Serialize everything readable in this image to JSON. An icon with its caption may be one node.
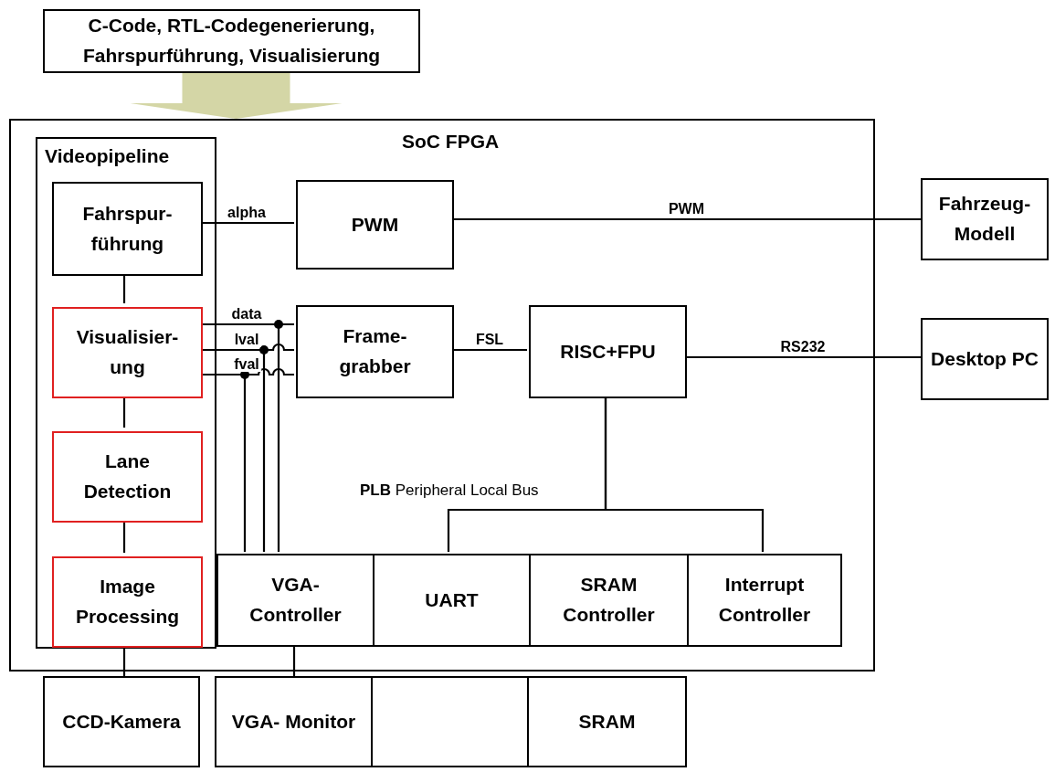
{
  "diagram": {
    "nodes": [
      {
        "text": [
          "C-Code, RTL-Codegenerierung, Fahrspurführung, Visualisierung"
        ]
      },
      {
        "text": [
          "SoC FPGA"
        ]
      },
      {
        "text": [
          "Videopipeline"
        ],
        "in": 1
      },
      {
        "text": [
          "Fahrspur- führung"
        ],
        "in": 2
      },
      {
        "text": [
          "Visualisier- ung"
        ],
        "in": 2
      },
      {
        "text": [
          "Lane Detection"
        ],
        "in": 2
      },
      {
        "text": [
          "Image Processing"
        ],
        "in": 2
      },
      {
        "text": [
          "PWM"
        ],
        "in": 1
      },
      {
        "text": [
          "Frame- grabber"
        ],
        "in": 1
      },
      {
        "text": [
          "RISC+FPU"
        ],
        "in": 1
      },
      {
        "text": [
          "VGA- Controller"
        ],
        "in": 1
      },
      {
        "text": [
          "UART"
        ],
        "in": 1
      },
      {
        "text": [
          "SRAM Controller"
        ],
        "in": 1
      },
      {
        "text": [
          "Interrupt Controller"
        ],
        "in": 1
      },
      {
        "text": [
          "Fahrzeug- Modell"
        ]
      },
      {
        "text": [
          "Desktop PC"
        ]
      },
      {
        "text": [
          "CCD-Kamera"
        ]
      },
      {
        "text": [
          "VGA- Monitor"
        ]
      },
      {
        "text": [],
        "shape": "box"
      },
      {
        "text": [
          "SRAM"
        ]
      }
    ],
    "edges": [
      {
        "from": 0,
        "to": 1,
        "arrow": "to",
        "style": "thick",
        "color": "#d4d6a6"
      },
      {
        "from": 3,
        "to": 7,
        "arrow": "none",
        "label": "alpha"
      },
      {
        "from": 7,
        "to": 14,
        "arrow": "none",
        "label": "PWM"
      },
      {
        "from": 3,
        "to": 4,
        "arrow": "none"
      },
      {
        "from": 4,
        "to": 5,
        "arrow": "none"
      },
      {
        "from": 5,
        "to": 6,
        "arrow": "none"
      },
      {
        "from": 4,
        "to": 8,
        "arrow": "none",
        "label": "data"
      },
      {
        "from": 4,
        "to": 10,
        "arrow": "none"
      },
      {
        "from": 4,
        "to": 8,
        "arrow": "none",
        "label": "lval"
      },
      {
        "from": 4,
        "to": 10,
        "arrow": "none"
      },
      {
        "from": 4,
        "to": 8,
        "arrow": "none",
        "label": "fval"
      },
      {
        "from": 4,
        "to": 10,
        "arrow": "none"
      },
      {
        "from": 8,
        "to": 9,
        "arrow": "none",
        "label": "FSL"
      },
      {
        "from": 9,
        "to": 15,
        "arrow": "none",
        "label": "RS232"
      },
      {
        "from": 9,
        "to": 11,
        "arrow": "none"
      },
      {
        "from": 9,
        "to": 13,
        "arrow": "none"
      },
      {
        "from": 6,
        "to": 16,
        "arrow": "none"
      },
      {
        "from": 10,
        "to": 17,
        "arrow": "none"
      }
    ],
    "labels": [
      "**PLB** Peripheral Local Bus"
    ]
  }
}
